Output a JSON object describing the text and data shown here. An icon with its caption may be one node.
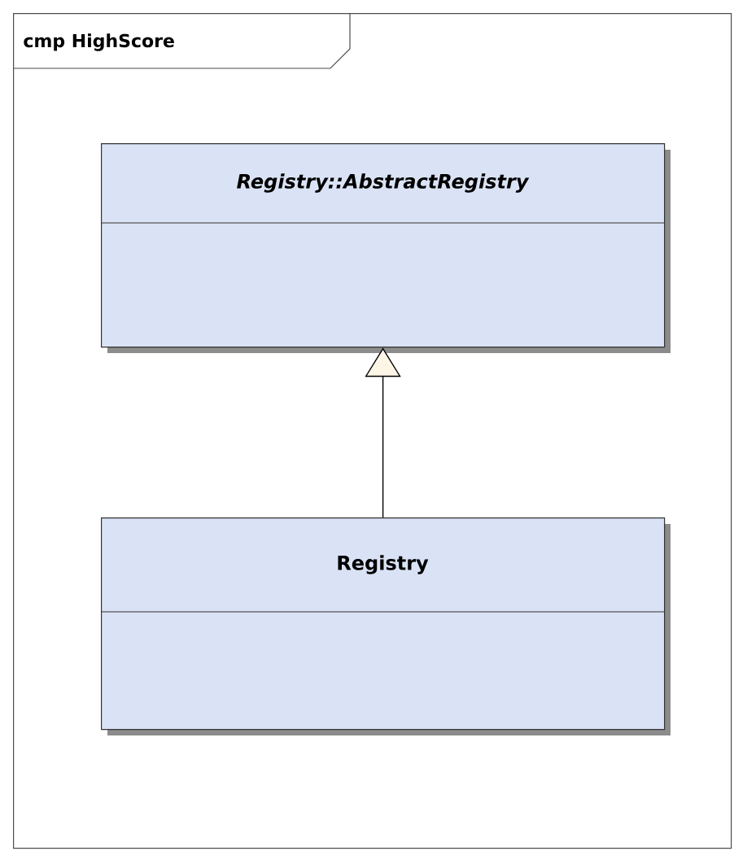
{
  "diagram": {
    "nodes": [
      {
        "text": [
          "cmp HighScore"
        ]
      },
      {
        "text": [
          "Registry::AbstractRegistry"
        ],
        "in": 0
      },
      {
        "text": [
          "Registry"
        ],
        "in": 0
      }
    ],
    "edges": [
      {
        "from": 2,
        "to": 1,
        "arrow": "to"
      }
    ]
  }
}
